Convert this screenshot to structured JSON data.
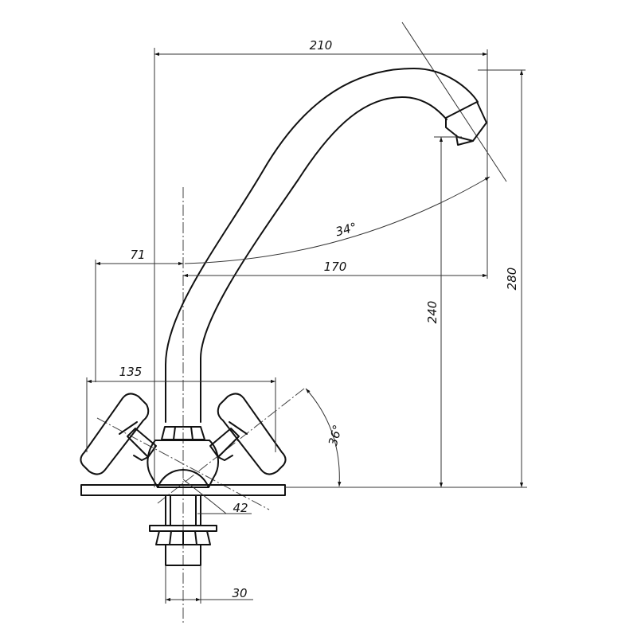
{
  "drawing": {
    "dimensions": {
      "overall_reach": "210",
      "spout_reach": "170",
      "offset_to_axis": "71",
      "handle_span": "135",
      "base_diameter": "42",
      "thread_diameter": "30",
      "spout_height": "240",
      "overall_height": "280"
    },
    "angles": {
      "spout_angle": "34°",
      "handle_angle": "36°"
    }
  }
}
